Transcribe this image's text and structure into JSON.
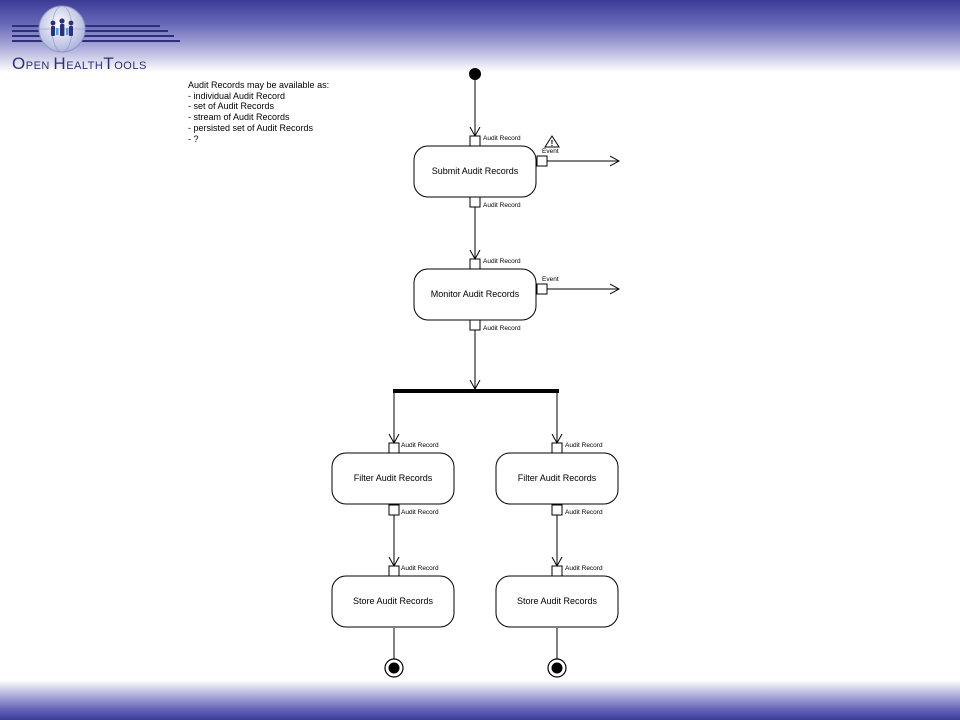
{
  "branding": {
    "logo_text_caps": [
      "O",
      "H",
      "T"
    ],
    "logo_text_rest": [
      "PEN ",
      "EALTH",
      "OOLS"
    ]
  },
  "note": {
    "heading": "Audit Records may be available as:",
    "items": [
      "- individual Audit Record",
      "- set of Audit Records",
      "- stream of Audit Records",
      "- persisted set of Audit Records",
      "- ?"
    ]
  },
  "diagram": {
    "actions": {
      "submit": "Submit Audit Records",
      "monitor": "Monitor Audit Records",
      "filter_left": "Filter Audit Records",
      "filter_right": "Filter Audit Records",
      "store_left": "Store Audit Records",
      "store_right": "Store Audit Records"
    },
    "pin_label": "Audit Record",
    "event_label": "Event",
    "warning_glyph": "!"
  },
  "colors": {
    "band_dark": "#3b3b96",
    "logo_text": "#2e2e7a",
    "line": "#000000"
  }
}
